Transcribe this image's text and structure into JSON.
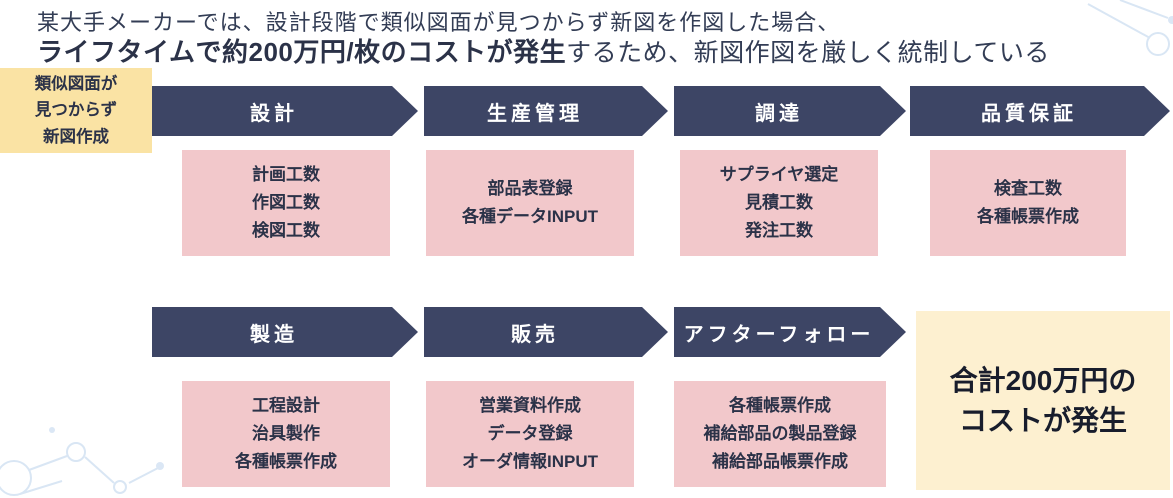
{
  "header": {
    "line1": "某大手メーカーでは、設計段階で類似図面が見つからず新図を作図した場合、",
    "line2_highlight": "ライフタイムで約200万円/枚のコストが発生",
    "line2_rest": "するため、新図作図を厳しく統制している"
  },
  "trigger_box": {
    "line1": "類似図面が",
    "line2": "見つからず",
    "line3": "新図作成"
  },
  "row1": {
    "stages": [
      {
        "label": "設計",
        "tasks": [
          "計画工数",
          "作図工数",
          "検図工数"
        ]
      },
      {
        "label": "生産管理",
        "tasks": [
          "部品表登録",
          "各種データINPUT"
        ]
      },
      {
        "label": "調達",
        "tasks": [
          "サプライヤ選定",
          "見積工数",
          "発注工数"
        ]
      },
      {
        "label": "品質保証",
        "tasks": [
          "検査工数",
          "各種帳票作成"
        ]
      }
    ]
  },
  "row2": {
    "stages": [
      {
        "label": "製造",
        "tasks": [
          "工程設計",
          "治具製作",
          "各種帳票作成"
        ]
      },
      {
        "label": "販売",
        "tasks": [
          "営業資料作成",
          "データ登録",
          "オーダ情報INPUT"
        ]
      },
      {
        "label": "アフターフォロー",
        "tasks": [
          "各種帳票作成",
          "補給部品の製品登録",
          "補給部品帳票作成"
        ]
      }
    ]
  },
  "total_box": {
    "line1": "合計200万円の",
    "line2": "コストが発生"
  },
  "colors": {
    "arrow": "#3d4565",
    "task_box": "#f2c8cb",
    "trigger_box": "#fae3a4",
    "total_box": "#fdf0d0",
    "header_text": "#333d55",
    "dark_text": "#2b3248",
    "decor_blue": "#d9e6f4"
  }
}
